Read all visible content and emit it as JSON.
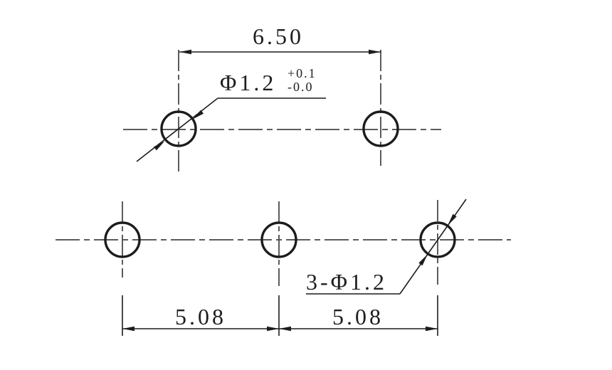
{
  "drawing": {
    "top_view": {
      "width_dim": "6.50",
      "hole_callout": {
        "size": "Φ1.2",
        "tol_upper": "+0.1",
        "tol_lower": "-0.0"
      }
    },
    "bottom_view": {
      "pitch_left": "5.08",
      "pitch_right": "5.08",
      "hole_callout": "3-Φ1.2"
    },
    "colors": {
      "line": "#1c1c1c",
      "centerline": "#5c5c5c",
      "background": "#ffffff"
    }
  }
}
